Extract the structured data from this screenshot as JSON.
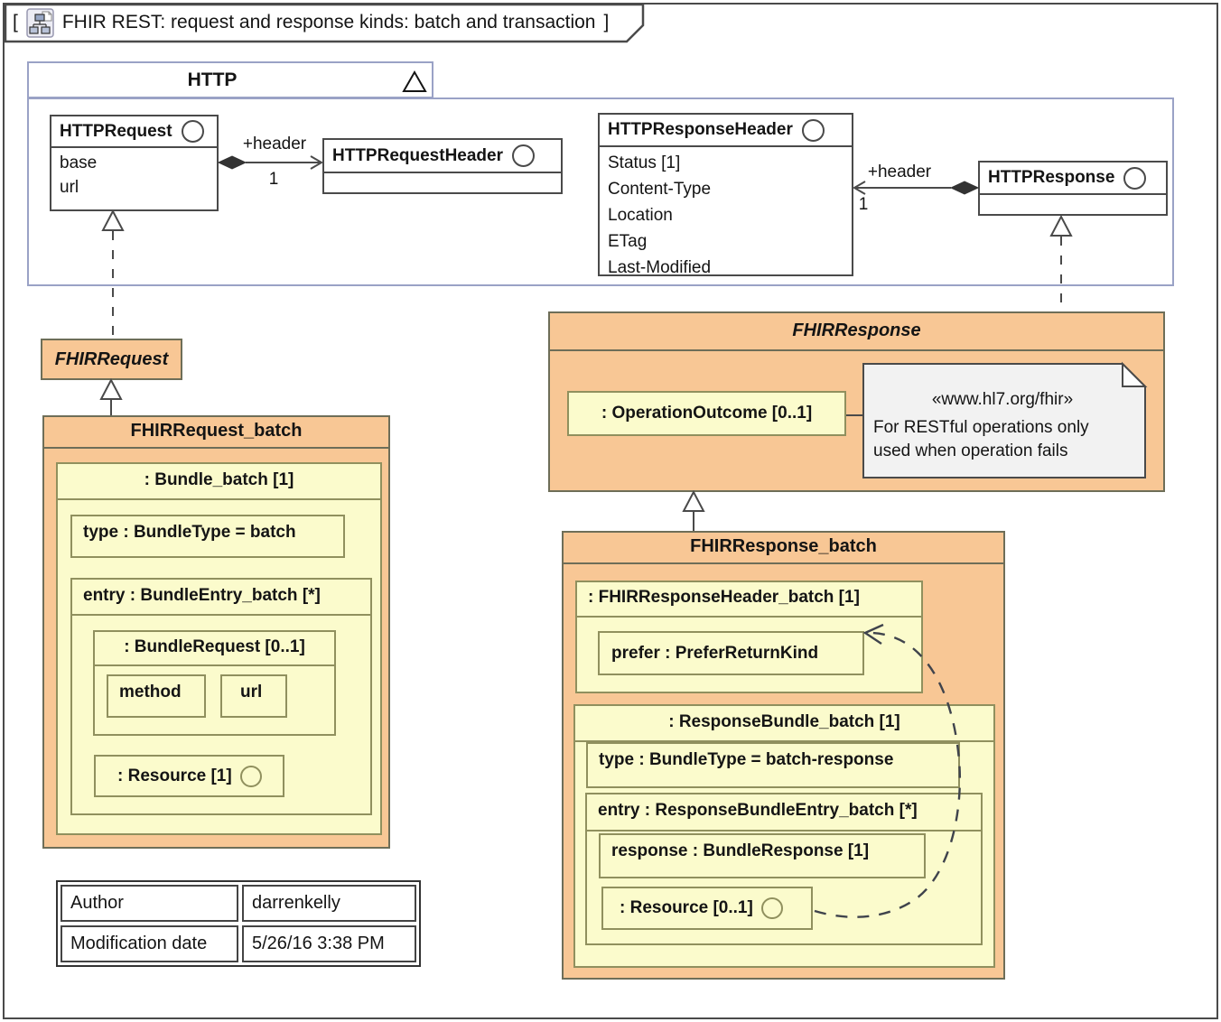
{
  "frame": {
    "bracket_left": "[",
    "bracket_right": "]",
    "title": "FHIR REST: request and response kinds: batch and transaction"
  },
  "http_package": {
    "name": "HTTP",
    "classes": {
      "http_request": {
        "name": "HTTPRequest",
        "attributes": [
          "base",
          "url"
        ]
      },
      "http_request_header": {
        "name": "HTTPRequestHeader"
      },
      "http_response_header": {
        "name": "HTTPResponseHeader",
        "attributes": [
          "Status [1]",
          "Content-Type",
          "Location",
          "ETag",
          "Last-Modified"
        ]
      },
      "http_response": {
        "name": "HTTPResponse"
      }
    },
    "associations": {
      "request_header": {
        "role": "+header",
        "multiplicity": "1"
      },
      "response_header": {
        "role": "+header",
        "multiplicity": "1"
      }
    }
  },
  "fhir_request": {
    "name": "FHIRRequest"
  },
  "fhir_request_batch": {
    "name": "FHIRRequest_batch",
    "bundle": {
      "label": ": Bundle_batch [1]",
      "type": "type : BundleType = batch",
      "entry": {
        "label": "entry : BundleEntry_batch [*]",
        "bundle_request": {
          "label": ": BundleRequest [0..1]",
          "method": "method",
          "url": "url"
        },
        "resource": ": Resource [1]"
      }
    }
  },
  "fhir_response": {
    "name": "FHIRResponse",
    "operation_outcome": ": OperationOutcome [0..1]",
    "note": {
      "stereotype": "«www.hl7.org/fhir»",
      "line1": "For RESTful operations only",
      "line2": "used when operation fails"
    }
  },
  "fhir_response_batch": {
    "name": "FHIRResponse_batch",
    "header": {
      "label": ": FHIRResponseHeader_batch [1]",
      "prefer": "prefer : PreferReturnKind"
    },
    "bundle": {
      "label": ": ResponseBundle_batch [1]",
      "type": "type : BundleType = batch-response",
      "entry": {
        "label": "entry : ResponseBundleEntry_batch [*]",
        "response": "response : BundleResponse [1]",
        "resource": ": Resource [0..1]"
      }
    }
  },
  "info_table": {
    "rows": [
      [
        "Author",
        "darrenkelly"
      ],
      [
        "Modification date",
        "5/26/16 3:38 PM"
      ]
    ]
  },
  "colors": {
    "orange": "#F8C795",
    "orangeBorder": "#6E6E58",
    "yellow": "#FBFBCC",
    "yellowBorder": "#90905E",
    "classBorder": "#4A4A4A",
    "packageBorder": "#9AA2C6",
    "noteBg": "#F2F2F2",
    "line": "#4A4A4A",
    "text": "#141414"
  }
}
